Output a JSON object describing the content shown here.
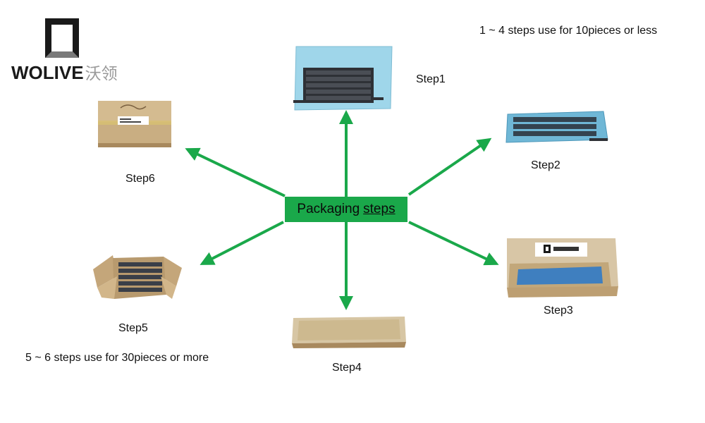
{
  "logo": {
    "brand_latin": "WOLIVE",
    "brand_cn": "沃领"
  },
  "notes": {
    "top_right": "1 ~ 4 steps use for 10pieces or less",
    "bottom_left": "5 ~ 6 steps use for 30pieces or more"
  },
  "center": {
    "prefix": "Packaging",
    "suffix": "steps"
  },
  "steps": [
    {
      "label": "Step1"
    },
    {
      "label": "Step2"
    },
    {
      "label": "Step3"
    },
    {
      "label": "Step4"
    },
    {
      "label": "Step5"
    },
    {
      "label": "Step6"
    }
  ],
  "colors": {
    "arrow": "#1aa84a",
    "center_box": "#1aa84a",
    "bag_blue": "#8ecfe6",
    "keyboard": "#2e3136",
    "cardboard": "#c9ae82",
    "cardboard_dark": "#a8895e"
  }
}
